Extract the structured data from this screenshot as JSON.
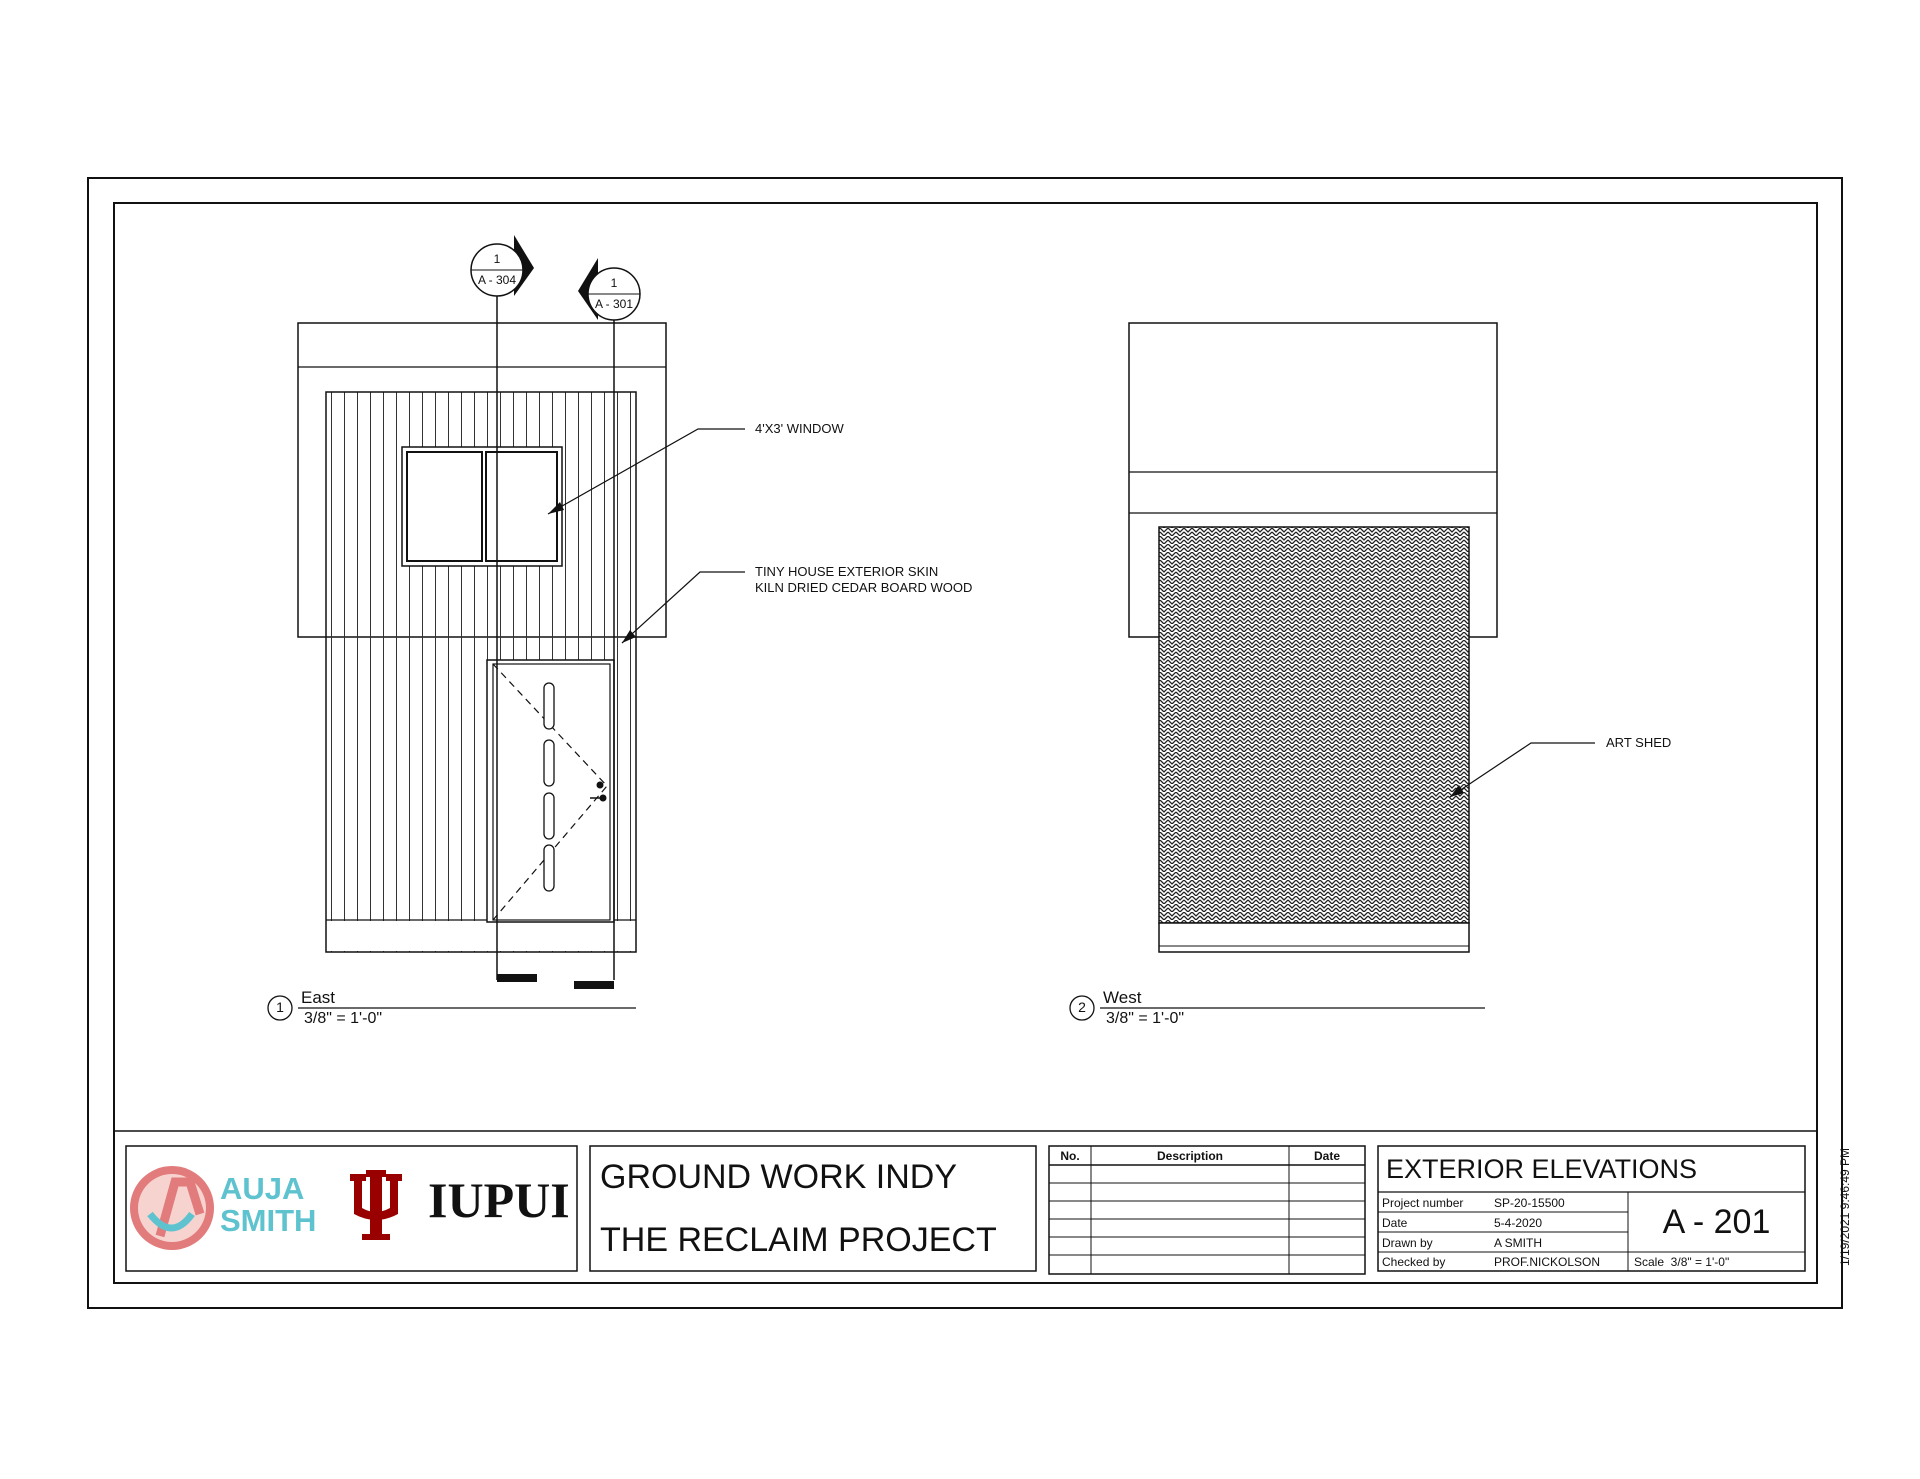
{
  "drawing": {
    "section_marks": [
      {
        "number": "1",
        "sheet": "A - 304"
      },
      {
        "number": "1",
        "sheet": "A - 301"
      }
    ],
    "annotations": {
      "window": "4'X3' WINDOW",
      "skin_line1": "TINY HOUSE EXTERIOR SKIN",
      "skin_line2": "KILN DRIED CEDAR BOARD WOOD",
      "art_shed": "ART SHED"
    },
    "views": [
      {
        "number": "1",
        "name": "East",
        "scale": "3/8\" = 1'-0\""
      },
      {
        "number": "2",
        "name": "West",
        "scale": "3/8\" = 1'-0\""
      }
    ]
  },
  "title_block": {
    "logos": {
      "auja_line1": "AUJA",
      "auja_line2": "SMITH",
      "iupui": "IUPUI"
    },
    "project_line1": "GROUND WORK INDY",
    "project_line2": "THE RECLAIM PROJECT",
    "revision_headers": {
      "no": "No.",
      "description": "Description",
      "date": "Date"
    },
    "sheet_title": "EXTERIOR ELEVATIONS",
    "fields": [
      {
        "label": "Project number",
        "value": "SP-20-15500"
      },
      {
        "label": "Date",
        "value": "5-4-2020"
      },
      {
        "label": "Drawn by",
        "value": "A SMITH"
      },
      {
        "label": "Checked by",
        "value": "PROF.NICKOLSON"
      }
    ],
    "sheet_number": "A - 201",
    "scale": "Scale  3/8\" = 1'-0\"",
    "timestamp": "1/19/2021 9:46:49 PM"
  },
  "colors": {
    "auja_red": "#e27b7b",
    "auja_teal": "#5ec3cf",
    "iu_crimson": "#990000"
  }
}
